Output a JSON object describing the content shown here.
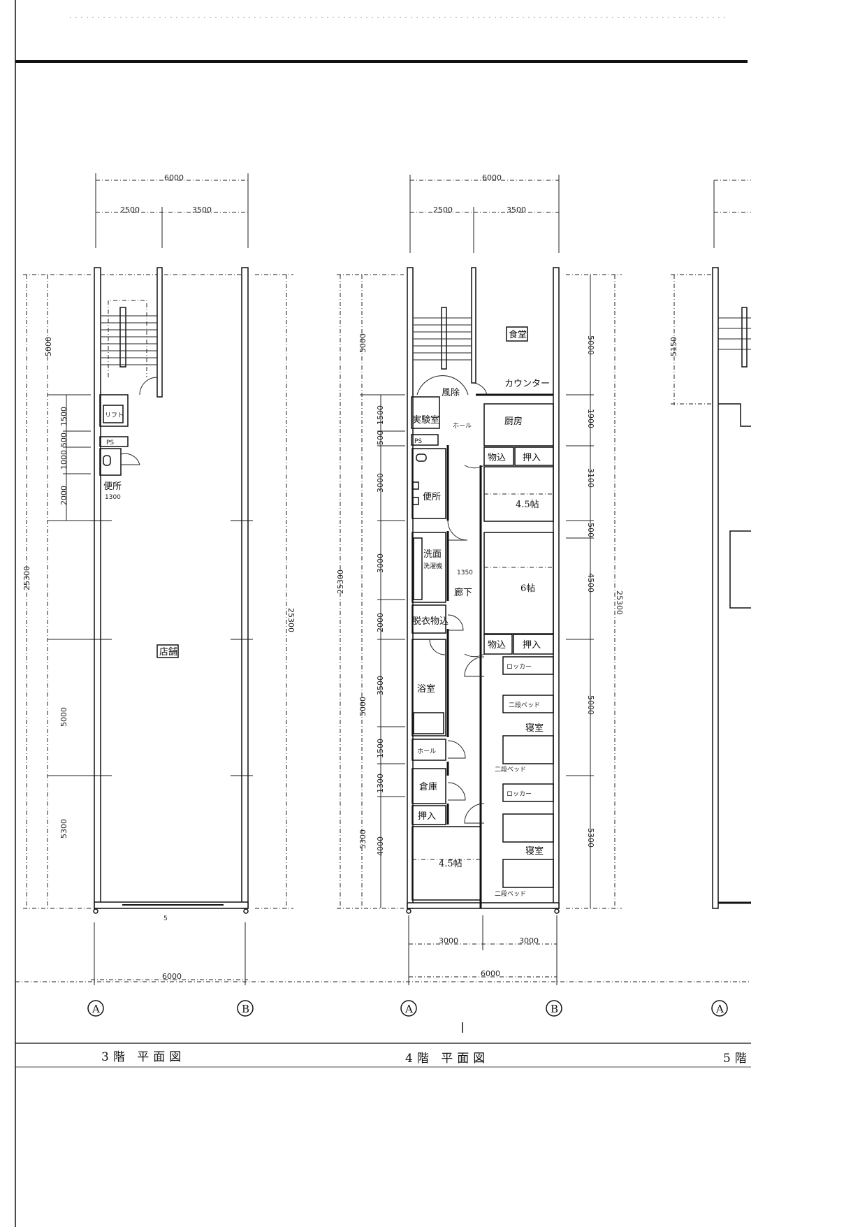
{
  "sheet": {
    "titles": [
      "3階 平面図",
      "4階 平面図",
      "5階"
    ]
  },
  "floor3": {
    "dims_top": {
      "overall": "6000",
      "left": "2500",
      "right": "3500"
    },
    "dims_left": {
      "overall": "25300",
      "stair": "5000",
      "s1": "1500",
      "s2": "500",
      "s3": "1000",
      "s4": "2000",
      "s5": "5000",
      "s6": "5300"
    },
    "dims_right": {
      "overall": "25300"
    },
    "dims_bottom": {
      "overall": "6000"
    },
    "inner_dim": "1300",
    "rooms": {
      "lift": "リフト",
      "ps": "PS",
      "toilet": "便所",
      "store": "店舗"
    },
    "axes": [
      "A",
      "B"
    ]
  },
  "floor4": {
    "dims_top": {
      "overall": "6000",
      "left": "2500",
      "right": "3500"
    },
    "dims_left": {
      "overall": "25300",
      "s0": "5000",
      "s1": "1500",
      "s2": "500",
      "s3": "3000",
      "s4": "3000",
      "s5": "2000",
      "s6": "3500",
      "s7": "1500",
      "s8": "1300",
      "s9": "4000",
      "g1": "5000",
      "g2": "5300"
    },
    "dims_right": {
      "overall": "25300",
      "s0": "5000",
      "s1": "1900",
      "s2": "3100",
      "s3": "500",
      "s4": "4500",
      "s5": "5000",
      "s6": "5300"
    },
    "dims_bottom": {
      "overall": "6000",
      "left": "3000",
      "right": "3000"
    },
    "corridor_width": "1350",
    "rooms": {
      "dining": "食堂",
      "counter": "カウンター",
      "kitchen": "厨房",
      "windbreak": "風除",
      "lab": "実験室",
      "ps": "PS",
      "toilet": "便所",
      "wash": "洗面",
      "laundry": "洗濯機",
      "corridor": "廊下",
      "dressing": "脱衣物込",
      "bath": "浴室",
      "hall": "ホール",
      "storage": "倉庫",
      "closet_a": "押入",
      "tatami45_a": "4.5帖",
      "bin1": "物込",
      "closet1": "押入",
      "tatami45_b": "4.5帖",
      "tatami6": "6帖",
      "bin2": "物込",
      "closet2": "押入",
      "locker1": "ロッカー",
      "bunk1": "二段ベッド",
      "bedroom1": "寝室",
      "bunk2": "二段ベッド",
      "locker2": "ロッカー",
      "bedroom2": "寝室",
      "bunk3": "二段ベッド"
    },
    "axes": [
      "A",
      "B"
    ]
  },
  "floor5": {
    "dims_left": {
      "stair": "5150"
    },
    "axes": [
      "A"
    ]
  }
}
